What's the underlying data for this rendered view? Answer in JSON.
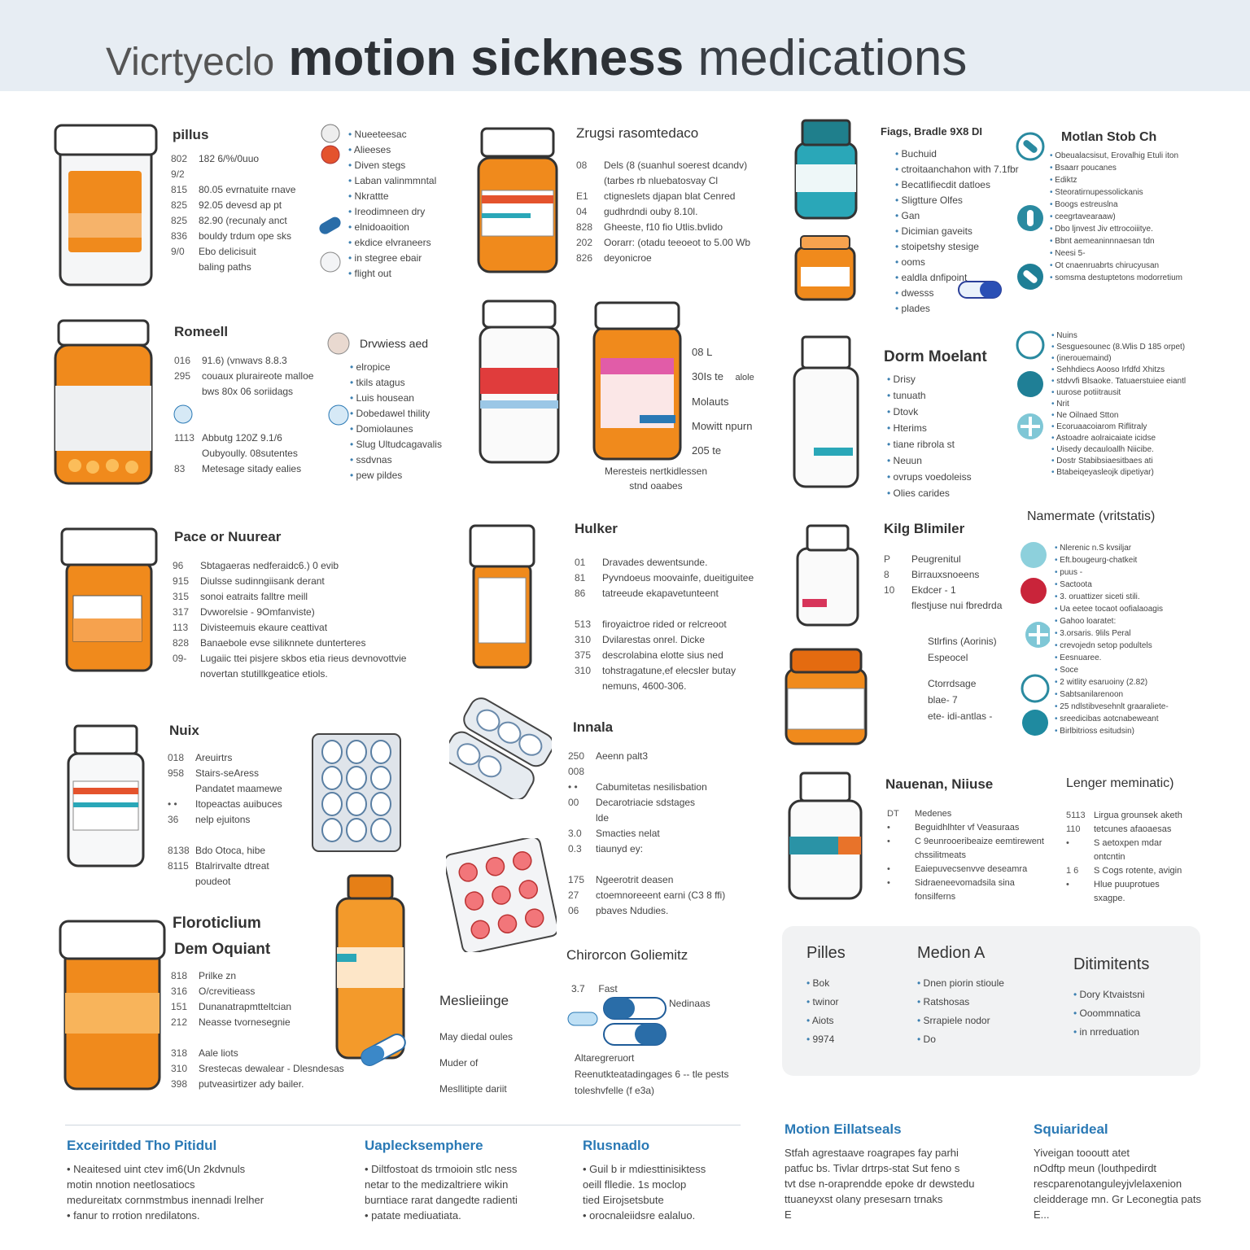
{
  "header": {
    "title_a": "Vicrtyeclo",
    "title_b": "motion sickness",
    "title_c": "medications"
  },
  "col1": [
    {
      "title": "pillus",
      "lines": [
        [
          "802",
          "182 6/%/0uuo"
        ],
        [
          "9/2",
          ""
        ],
        [
          "815",
          "80.05 evrnatuite rnave"
        ],
        [
          "825",
          "92.05 devesd ap pt"
        ],
        [
          "825",
          "82.90 (recunaly anct"
        ],
        [
          "836",
          "bouldy trdum ope sks"
        ],
        [
          "9/0",
          "Ebo delicisuit"
        ],
        [
          "",
          "baling paths"
        ]
      ]
    },
    {
      "title": "Romeell",
      "lines": [
        [
          "016",
          "91.6) (vnwavs 8.8.3"
        ],
        [
          "295",
          "couaux pluraireote malloe"
        ],
        [
          "",
          "bws 80x 06 soriidags"
        ],
        [
          "",
          ""
        ],
        [
          "",
          ""
        ],
        [
          "1113",
          "Abbutg 120Z 9.1/6"
        ],
        [
          "",
          "Oubyoully. 08sutentes"
        ],
        [
          "83",
          "Metesage sitady ealies"
        ]
      ]
    },
    {
      "title": "Pace or Nuurear",
      "lines": [
        [
          "96",
          "Sbtagaeras nedferaidc6.) 0 evib"
        ],
        [
          "915",
          "Diulsse sudinngiisank derant"
        ],
        [
          "315",
          "sonoi eatraits falltre meill"
        ],
        [
          "317",
          "Dvworelsie - 9Omfanviste)"
        ],
        [
          "113",
          "Divisteemuis ekaure ceattivat"
        ],
        [
          "828",
          "Banaebole evse siliknnete dunterteres"
        ],
        [
          "09-",
          "Lugaiic ttei pisjere skbos etia rieus devnovottvie"
        ],
        [
          "",
          "novertan stutillkgeatice etiols."
        ]
      ]
    },
    {
      "title": "Nuix",
      "lines": [
        [
          "018",
          "Areuirtrs"
        ],
        [
          "958",
          "Stairs-seAress"
        ],
        [
          "",
          "Pandatet maamewe"
        ],
        [
          "• •",
          "Itopeactas auibuces"
        ],
        [
          "36",
          "nelp ejuitons"
        ],
        [
          "",
          ""
        ],
        [
          "8138",
          "Bdo Otoca, hibe"
        ],
        [
          "8115",
          "Btalrirvalte dtreat"
        ],
        [
          "",
          "poudeot"
        ]
      ]
    },
    {
      "title": "Floroticlium",
      "title2": "Dem Oquiant",
      "lines": [
        [
          "818",
          "Prilke zn"
        ],
        [
          "316",
          "O/crevitieass"
        ],
        [
          "151",
          "Dunanatrapmtteltcian"
        ],
        [
          "212",
          "Neasse tvornesegnie"
        ],
        [
          "",
          ""
        ],
        [
          "318",
          "Aale liots"
        ],
        [
          "310",
          "Srestecas dewalear -  Dlesndesas"
        ],
        [
          "398",
          "putveasirtizer ady bailer."
        ]
      ]
    }
  ],
  "col2a": {
    "items": [
      "Nueeteesac",
      "Alieeses",
      "Diven stegs",
      "Laban valinmmntal",
      "Nkrattte",
      "Ireodimneen dry",
      "elnidoaoition",
      "ekdice elvraneers",
      "in stegree ebair",
      "flight out"
    ]
  },
  "col2b": {
    "title": "Drvwiess aed",
    "items": [
      "elropice",
      "tkils atagus",
      "Luis housean",
      "Dobedawel thility",
      "Domiolaunes",
      "Slug Ultudcagavalis",
      "ssdvnas",
      "pew pildes"
    ]
  },
  "col3": [
    {
      "title": "Zrugsi rasomtedaco",
      "lines": [
        [
          "08",
          "Dels (8 (suanhul soerest dcandv)"
        ],
        [
          "",
          "(tarbes rb nluebatosvay Cl"
        ],
        [
          "E1",
          "ctigneslets djapan blat Cenred"
        ],
        [
          "04",
          "gudhrdndi ouby 8.10l."
        ],
        [
          "828",
          "Gheeste, f10 fio Utlis.bvlido"
        ],
        [
          "202",
          "Oorarr: (otadu teeoeot to 5.00 Wb"
        ],
        [
          "826",
          "deyonicroe"
        ]
      ]
    },
    {
      "title": "Hulker",
      "lines": [
        [
          "01",
          "Dravades dewentsunde."
        ],
        [
          "81",
          "Pyvndoeus moovainfe, dueitiguitee"
        ],
        [
          "86",
          "tatreeude ekapavetunteent"
        ],
        [
          "",
          ""
        ],
        [
          "513",
          "firoyaictroe rided or relcreoot"
        ],
        [
          "310",
          "Dvilarestas onrel. Dicke"
        ],
        [
          "375",
          "descrolabina elotte sius ned"
        ],
        [
          "310",
          "tohstragatune,ef elecsler butay"
        ],
        [
          "",
          "nemuns, 4600-306."
        ]
      ]
    },
    {
      "title": "Innala",
      "lines": [
        [
          "250",
          "Aeenn palt3"
        ],
        [
          "008",
          ""
        ],
        [
          "• •",
          "Cabumitetas nesilisbation"
        ],
        [
          "00",
          "Decarotriacie sdstages"
        ],
        [
          "",
          "lde"
        ],
        [
          "3.0",
          "Smacties nelat"
        ],
        [
          "0.3",
          "tiaunyd ey:"
        ],
        [
          "",
          ""
        ],
        [
          "175",
          "Ngeerotrit deasen"
        ],
        [
          "27",
          "ctoemnoreeent earni (C3 8 ffi)"
        ],
        [
          "06",
          "pbaves      Ndudies."
        ]
      ]
    }
  ],
  "c3mid": {
    "num1": "08 L",
    "a": "30Is te",
    "b": "alole",
    "c": "Molauts",
    "d": "Mowitt  npurn",
    "e": "205 te",
    "cap1": "Meresteis nertkidlessen",
    "cap2": "stnd oaabes"
  },
  "c3low": {
    "title": "Chirorcon Goliemitz",
    "subtitle": "Meslieiinge",
    "t1": "May diedal oules",
    "t2": "Muder of",
    "t3": "Mesllitipte dariit",
    "n1": "3.7",
    "f1": "Fast",
    "f2": "Nedinaas",
    "f3": "Altaregreruort",
    "f4": "Reenutkteatadingages 6 -- tle pests",
    "f5": "toleshvfelle (f e3a)"
  },
  "col4": [
    {
      "title": "Fiags, Bradle 9X8 DI",
      "items": [
        "Buchuid",
        "ctroitaanchahon with 7.1fbr",
        "Becatlifiecdit datloes",
        "Sligtture Olfes",
        "Gan",
        "Dicimian gaveits",
        "stoipetshy stesige",
        "ooms",
        "ealdla dnfipoint",
        "dwesss",
        "plades"
      ]
    },
    {
      "title": "Dorm Moelant",
      "items": [
        "Drisy",
        "tunuath",
        "Dtovk",
        "Hterims",
        "tiane ribrola st",
        "Neuun",
        "ovrups voedoleiss",
        "Olies carides"
      ]
    },
    {
      "title": "Kilg Blimiler",
      "lines": [
        [
          "P",
          "Peugrenitul"
        ],
        [
          "8",
          "Birrauxsnoeens"
        ],
        [
          "10",
          "Ekdcer - 1"
        ],
        [
          "",
          "flestjuse nui fbredrda"
        ]
      ],
      "b1": "Stlrfins (Aorinis)",
      "b2": "Espeocel",
      "b3": "Ctorrdsage",
      "b4": "blae- 7",
      "b5": "ete- idi-antlas -"
    },
    {
      "title": "Nauenan, Niiuse",
      "lines": [
        [
          "DT",
          "Medenes"
        ],
        [
          "•",
          "Beguidhlhter vf Veasuraas"
        ],
        [
          "•",
          "C 9eunrooeribeaize eemtirewent"
        ],
        [
          "",
          "chssilitmeats"
        ],
        [
          "•",
          "Eaiepuvecsenvve deseamra"
        ],
        [
          "•",
          "Sidraeneevomadsila sina"
        ],
        [
          "",
          "fonsilferns"
        ]
      ]
    }
  ],
  "col5": [
    {
      "title": "Motlan Stob Ch",
      "items": [
        "Obeualacsisut, Erovalhig Etuli iton",
        "Bsaarr poucanes",
        "Ediktz",
        "Steoratirnupessolickanis",
        "Boogs estreuslna",
        "ceegrtavearaaw)",
        "Dbo ljnvest Jiv ettrocoiiitye.",
        "Bbnt aemeaninnnaesan tdn",
        "Neesi 5-",
        "Ot cnaenruabrts chirucyusan",
        "somsma destuptetons modorretium"
      ]
    },
    {
      "title": "",
      "items": [
        "Nuins",
        "Sesguesounec (8.Wlis D 185 orpet)",
        "(inerouemaind)",
        "Sehhdiecs Aooso Irfdfd Xhitzs",
        "stdvvfi Blsaoke. Tatuaerstuiee eiantl",
        "uurose potiitrausit",
        "Nrit",
        "Ne Oilnaed Stton",
        "Ecoruaacoiarom Riflitraly",
        "Astoadre aolraicaiate icidse",
        "Uisedy decauloallh Niicibe.",
        "Dostr Stabibsiaesitbaes ati",
        "Btabeiqeyasleojk dipetiyar)"
      ]
    },
    {
      "title": "Namermate (vritstatis)",
      "items": [
        "Nlerenic n.S kvsiljar",
        "Eft.bougeurg-chatkeit",
        "puus -",
        "Sactoota",
        "3. oruattizer siceti stili.",
        "Ua eetee tocaot oofialaoagis",
        "Gahoo loaratet:",
        "3.orsaris. 9lils Peral",
        "crevojedn setop podultels",
        "Eesnuaree.",
        "Soce",
        "2 witlity esaruoiny (2.82)",
        "Sabtsanilarenoon",
        "25 ndlstibvesehnlt graaraliete-",
        "sreedicibas aotcnabeweant",
        "Birlbitrioss esitudsin)"
      ]
    },
    {
      "title": "Lenger meminatic)",
      "lines": [
        [
          "5113",
          "Lirgua grounsek aketh"
        ],
        [
          "110",
          "tetcunes afaoaesas"
        ],
        [
          "•",
          "S aetoxpen mdar"
        ],
        [
          "",
          "ontcntin"
        ],
        [
          "1 6",
          "S Cogs rotente, avigin"
        ],
        [
          "•",
          "Hlue puuprotues"
        ],
        [
          "",
          "sxagpe."
        ]
      ]
    }
  ],
  "panel": {
    "cols": [
      {
        "title": "Pilles",
        "items": [
          "Bok",
          "twinor",
          "Aiots",
          "9974"
        ]
      },
      {
        "title": "Medion A",
        "items": [
          "Dnen piorin stioule",
          "Ratshosas",
          "Srrapiele nodor",
          "Do"
        ]
      },
      {
        "title": "Ditimitents",
        "items": [
          "Dory Ktvaistsni",
          "Ooommnatica",
          "in nrreduation"
        ]
      }
    ]
  },
  "footer": [
    {
      "title": "Exceiritded Tho Pitidul",
      "lines": [
        "• Neaitesed uint ctev  im6(Un 2kdvnuls",
        "  motin nnotion neetlosatiocs",
        "  medureitatx cornmstmbus inennadi lrelher",
        "• fanur to rrotion nredilatons."
      ]
    },
    {
      "title": "Uaplecksemphere",
      "lines": [
        "• Diltfostoat ds trmoioin stlc ness",
        "  netar to the medizaltriere wikin",
        "  burntiace rarat dangedte radienti",
        "• patate mediuatiata."
      ]
    },
    {
      "title": "Rlusnadlo",
      "lines": [
        "• Guil b ir  mdiesttinisiktess",
        "  oeill flledie. 1s moclop",
        "  tied Eirojsetsbute",
        "• orocnaleiidsre ealaluo."
      ]
    },
    {
      "title": "Motion Eillatseals",
      "lines": [
        "Stfah agrestaave roagrapes fay parhi",
        "patfuc bs. Tivlar drtrps-stat Sut feno s",
        "tvt dse n-oraprendde epoke dr dewstedu",
        "ttuaneyxst olany presesarn trnaks",
        "E"
      ]
    },
    {
      "title": "Squiarideal",
      "lines": [
        "Yiveigan toooutt atet",
        "nOdftp meun (louthpedirdt",
        "rescparenotanguleyjvlelaxenion",
        "cleidderage mn. Gr Leconegtia pats",
        "E..."
      ]
    }
  ],
  "colors": {
    "orange": "#f08a1c",
    "amber": "#e9a03b",
    "teal": "#2aa7b8",
    "blue": "#2a79b5",
    "red": "#d8343c",
    "header_bg": "#e7edf3"
  }
}
